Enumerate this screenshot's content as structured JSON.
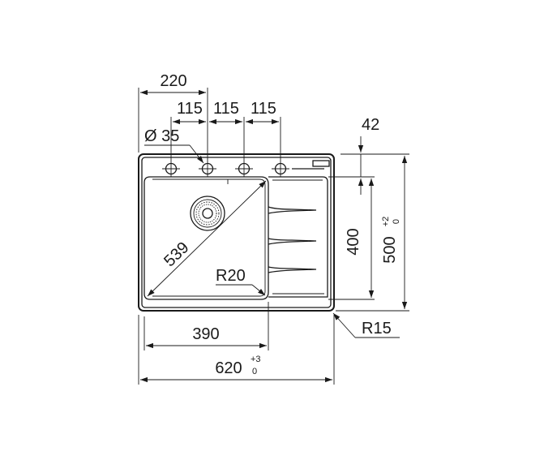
{
  "drawing": {
    "overall_width": "620",
    "overall_width_tol_plus": "+3",
    "overall_width_tol_minus": "0",
    "overall_depth": "500",
    "overall_depth_tol_plus": "+2",
    "overall_depth_tol_minus": "0",
    "bowl_width": "390",
    "bowl_depth": "400",
    "bowl_diagonal": "539",
    "bowl_corner_radius": "R20",
    "outer_corner_radius": "R15",
    "tap_hole_offset": "220",
    "tap_hole_spacing_1": "115",
    "tap_hole_spacing_2": "115",
    "tap_hole_spacing_3": "115",
    "tap_hole_diameter": "Ø 35",
    "edge_to_bowl": "42"
  }
}
